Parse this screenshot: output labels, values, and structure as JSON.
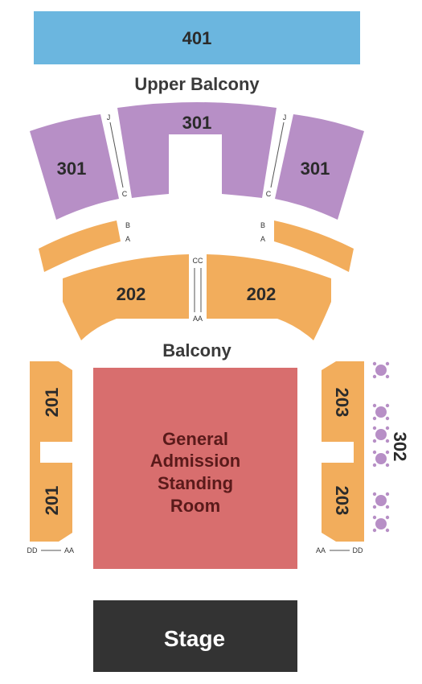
{
  "map": {
    "sections": {
      "s401": "401",
      "s301_left": "301",
      "s301_center": "301",
      "s301_right": "301",
      "s202_left": "202",
      "s202_right": "202",
      "s201_top": "201",
      "s201_bottom": "201",
      "s203_top": "203",
      "s203_bottom": "203",
      "s302": "302"
    },
    "areas": {
      "upper_balcony": "Upper Balcony",
      "balcony": "Balcony",
      "ga_line1": "General",
      "ga_line2": "Admission",
      "ga_line3": "Standing",
      "ga_line4": "Room",
      "stage": "Stage"
    },
    "rows": {
      "j_left": "J",
      "c_left": "C",
      "j_right": "J",
      "c_right": "C",
      "b_left": "B",
      "a_left": "A",
      "b_right": "B",
      "a_right": "A",
      "cc": "CC",
      "aa_center": "AA",
      "dd_left": "DD",
      "aa_left": "AA",
      "aa_right": "AA",
      "dd_right": "DD"
    },
    "colors": {
      "level_400": "#6bb6df",
      "level_300": "#b78fc6",
      "level_200": "#f2ad5c",
      "general_admission": "#d86e6e",
      "stage": "#333333",
      "table_seats": "#b78fc6"
    }
  }
}
